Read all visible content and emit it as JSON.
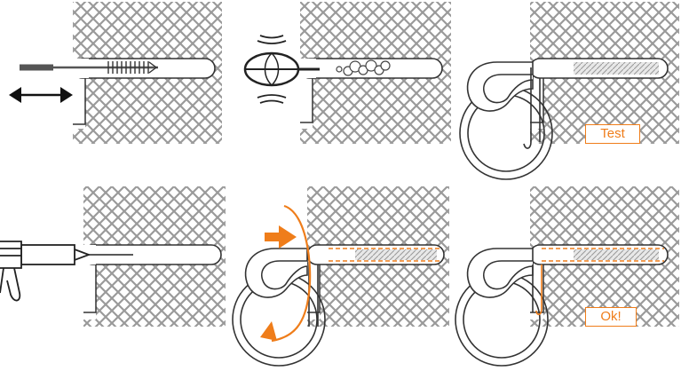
{
  "steps": [
    {
      "id": "drill-clean-brush",
      "label": ""
    },
    {
      "id": "blow-out",
      "label": ""
    },
    {
      "id": "test-fit",
      "label": "Test"
    },
    {
      "id": "inject-adhesive",
      "label": ""
    },
    {
      "id": "insert-anchor",
      "label": ""
    },
    {
      "id": "cured-done",
      "label": "Ok!"
    }
  ],
  "colors": {
    "hatch": "#9a9a9a",
    "outline": "#333333",
    "accent": "#ef7d1a",
    "fill": "#ffffff"
  },
  "icons": [
    "double-arrow-icon",
    "brush-icon",
    "blower-bulb-icon",
    "dust-cloud-icon",
    "adhesive-gun-icon",
    "insert-arrow-icon",
    "rotate-arrow-icon"
  ]
}
